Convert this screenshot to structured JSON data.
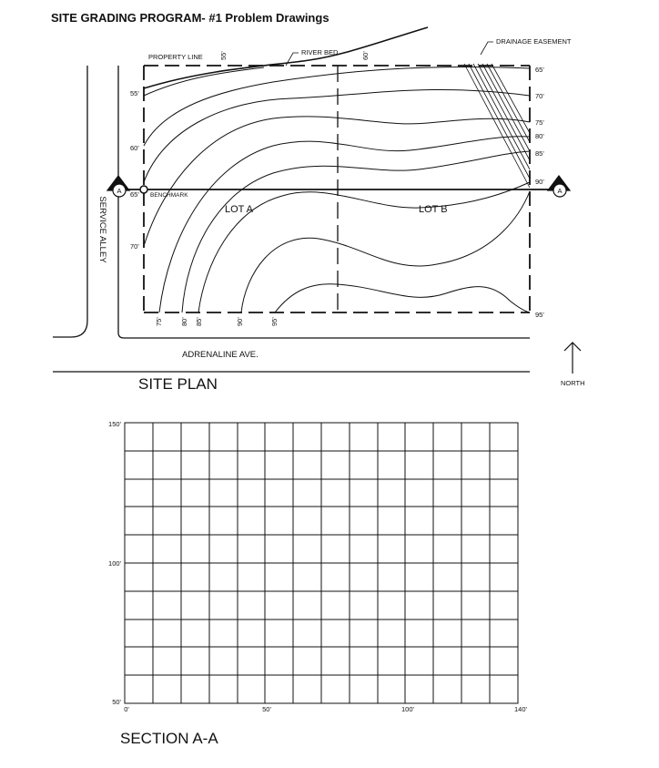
{
  "title": "SITE GRADING PROGRAM- #1 Problem Drawings",
  "site_plan": {
    "caption": "SITE PLAN",
    "property_line": "PROPERTY LINE",
    "river_bed": "RIVER BED",
    "drainage_easement": "DRAINAGE EASEMENT",
    "benchmark": "BENCHMARK",
    "lot_a": "LOT A",
    "lot_b": "LOT B",
    "service_alley": "SERVICE ALLEY",
    "street": "ADRENALINE AVE.",
    "north": "NORTH",
    "section_marker": "A",
    "right_contours": [
      "65'",
      "70'",
      "75'",
      "80'",
      "85'",
      "90'",
      "95'"
    ],
    "left_contours": [
      "55'",
      "60'",
      "65'",
      "70'"
    ],
    "top_contours": [
      "55'",
      "60'"
    ],
    "bottom_contours": [
      "75'",
      "80'",
      "85'",
      "90'",
      "95'"
    ]
  },
  "section": {
    "caption": "SECTION A-A",
    "y_labels": [
      "150'",
      "100'",
      "50'"
    ],
    "x_labels": [
      "0'",
      "50'",
      "100'",
      "140'"
    ]
  }
}
